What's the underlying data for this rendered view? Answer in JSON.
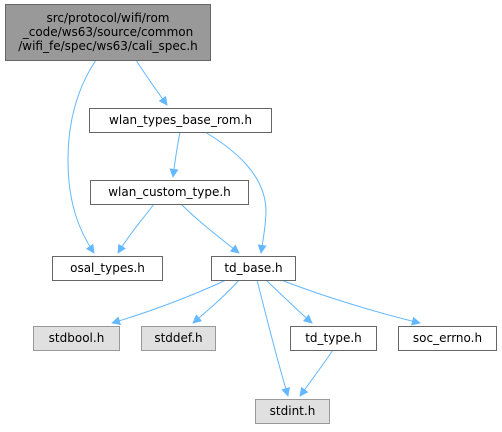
{
  "graph": {
    "edge_color": "#63b8ff",
    "nodes": [
      {
        "id": "cali_spec",
        "lines": [
          "src/protocol/wifi/rom",
          "_code/ws63/source/common",
          "/wifi_fe/spec/ws63/cali_spec.h"
        ],
        "style": "root",
        "fill": "#999999"
      },
      {
        "id": "wlan_types_base_rom",
        "lines": [
          "wlan_types_base_rom.h"
        ],
        "style": "normal",
        "fill": "#ffffff"
      },
      {
        "id": "wlan_custom_type",
        "lines": [
          "wlan_custom_type.h"
        ],
        "style": "normal",
        "fill": "#ffffff"
      },
      {
        "id": "osal_types",
        "lines": [
          "osal_types.h"
        ],
        "style": "normal",
        "fill": "#ffffff"
      },
      {
        "id": "td_base",
        "lines": [
          "td_base.h"
        ],
        "style": "normal",
        "fill": "#ffffff"
      },
      {
        "id": "stdbool",
        "lines": [
          "stdbool.h"
        ],
        "style": "system",
        "fill": "#e0e0e0"
      },
      {
        "id": "stddef",
        "lines": [
          "stddef.h"
        ],
        "style": "system",
        "fill": "#e0e0e0"
      },
      {
        "id": "td_type",
        "lines": [
          "td_type.h"
        ],
        "style": "normal",
        "fill": "#ffffff"
      },
      {
        "id": "soc_errno",
        "lines": [
          "soc_errno.h"
        ],
        "style": "normal",
        "fill": "#ffffff"
      },
      {
        "id": "stdint",
        "lines": [
          "stdint.h"
        ],
        "style": "system",
        "fill": "#e0e0e0"
      }
    ],
    "edges": [
      {
        "from": "cali_spec",
        "to": "osal_types"
      },
      {
        "from": "cali_spec",
        "to": "wlan_types_base_rom"
      },
      {
        "from": "wlan_types_base_rom",
        "to": "wlan_custom_type"
      },
      {
        "from": "wlan_types_base_rom",
        "to": "td_base"
      },
      {
        "from": "wlan_custom_type",
        "to": "osal_types"
      },
      {
        "from": "wlan_custom_type",
        "to": "td_base"
      },
      {
        "from": "td_base",
        "to": "stdbool"
      },
      {
        "from": "td_base",
        "to": "stddef"
      },
      {
        "from": "td_base",
        "to": "td_type"
      },
      {
        "from": "td_base",
        "to": "soc_errno"
      },
      {
        "from": "td_base",
        "to": "stdint"
      },
      {
        "from": "td_type",
        "to": "stdint"
      }
    ]
  }
}
